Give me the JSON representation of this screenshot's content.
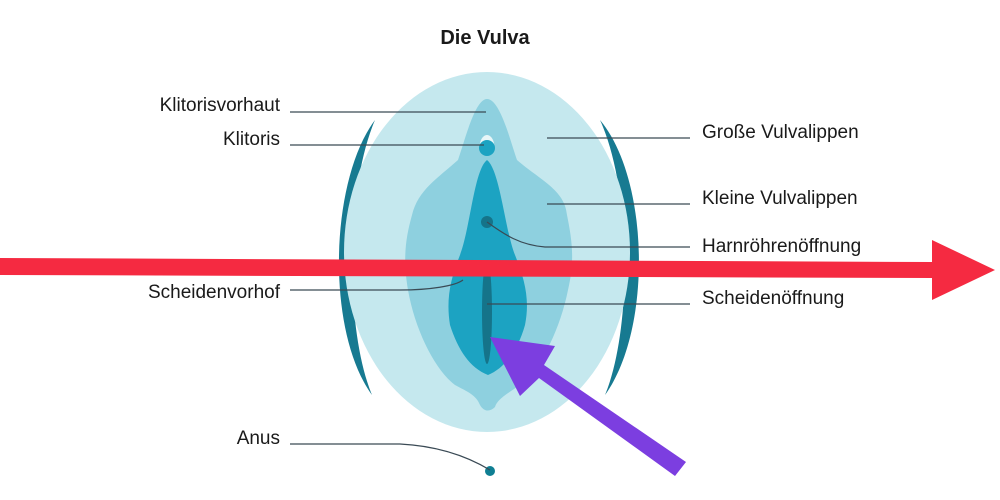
{
  "title": "Die Vulva",
  "labels": {
    "klitorisvorhaut": "Klitorisvorhaut",
    "klitoris": "Klitoris",
    "scheidenvorhof": "Scheidenvorhof",
    "anus": "Anus",
    "grosse_vulvalippen": "Große Vulvalippen",
    "kleine_vulvalippen": "Kleine Vulvalippen",
    "harnroehrenoeffnung": "Harnröhrenöffnung",
    "scheidenoeffnung": "Scheidenöffnung"
  },
  "colors": {
    "outer": "#c5e8ee",
    "rim": "#177a91",
    "inner_labia": "#8ed0df",
    "vestibule": "#1ca3c2",
    "dark": "#15748a",
    "red_arrow": "#f52a41",
    "purple_arrow": "#7c3ee0"
  },
  "annotations": [
    "red-arrow",
    "purple-arrow"
  ]
}
